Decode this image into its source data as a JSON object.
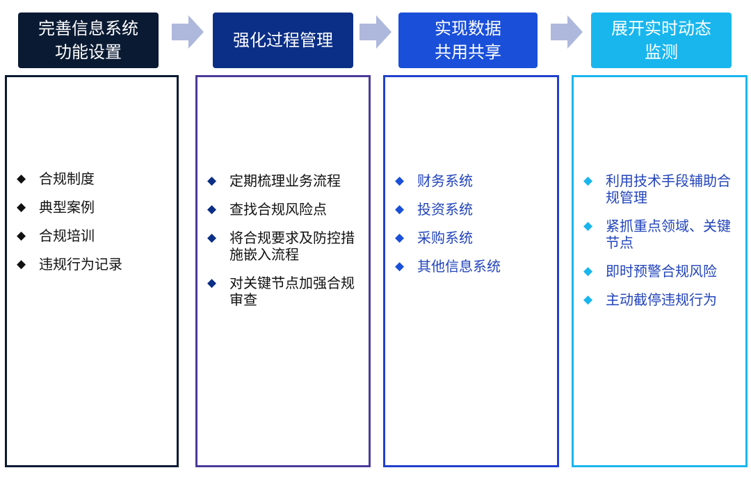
{
  "colors": {
    "arrow": "#AEB8DD",
    "col1": "#0B1A33",
    "col2": "#0B2F86",
    "col3": "#1A4FDA",
    "col4": "#19B6EE",
    "panel_border_1": "#0B1A33",
    "panel_border_2": "#4B3A99",
    "panel_border_3": "#2040CC",
    "panel_border_4": "#19B6EE",
    "text_dark": "#111111",
    "text_blue": "#2244BB"
  },
  "columns": [
    {
      "title": "完善信息系统\n功能设置",
      "bullet_icon": "diamond-icon",
      "items": [
        "合规制度",
        "典型案例",
        "合规培训",
        "违规行为记录"
      ]
    },
    {
      "title": "强化过程管理",
      "bullet_icon": "diamond-icon",
      "items": [
        "定期梳理业务流程",
        "查找合规风险点",
        "将合规要求及防控措施嵌入流程",
        "对关键节点加强合规审查"
      ]
    },
    {
      "title": "实现数据\n共用共享",
      "bullet_icon": "diamond-icon",
      "items": [
        "财务系统",
        "投资系统",
        "采购系统",
        "其他信息系统"
      ]
    },
    {
      "title": "展开实时动态\n监测",
      "bullet_icon": "diamond-icon",
      "items": [
        "利用技术手段辅助合规管理",
        "紧抓重点领域、关键节点",
        "即时预警合规风险",
        "主动截停违规行为"
      ]
    }
  ]
}
